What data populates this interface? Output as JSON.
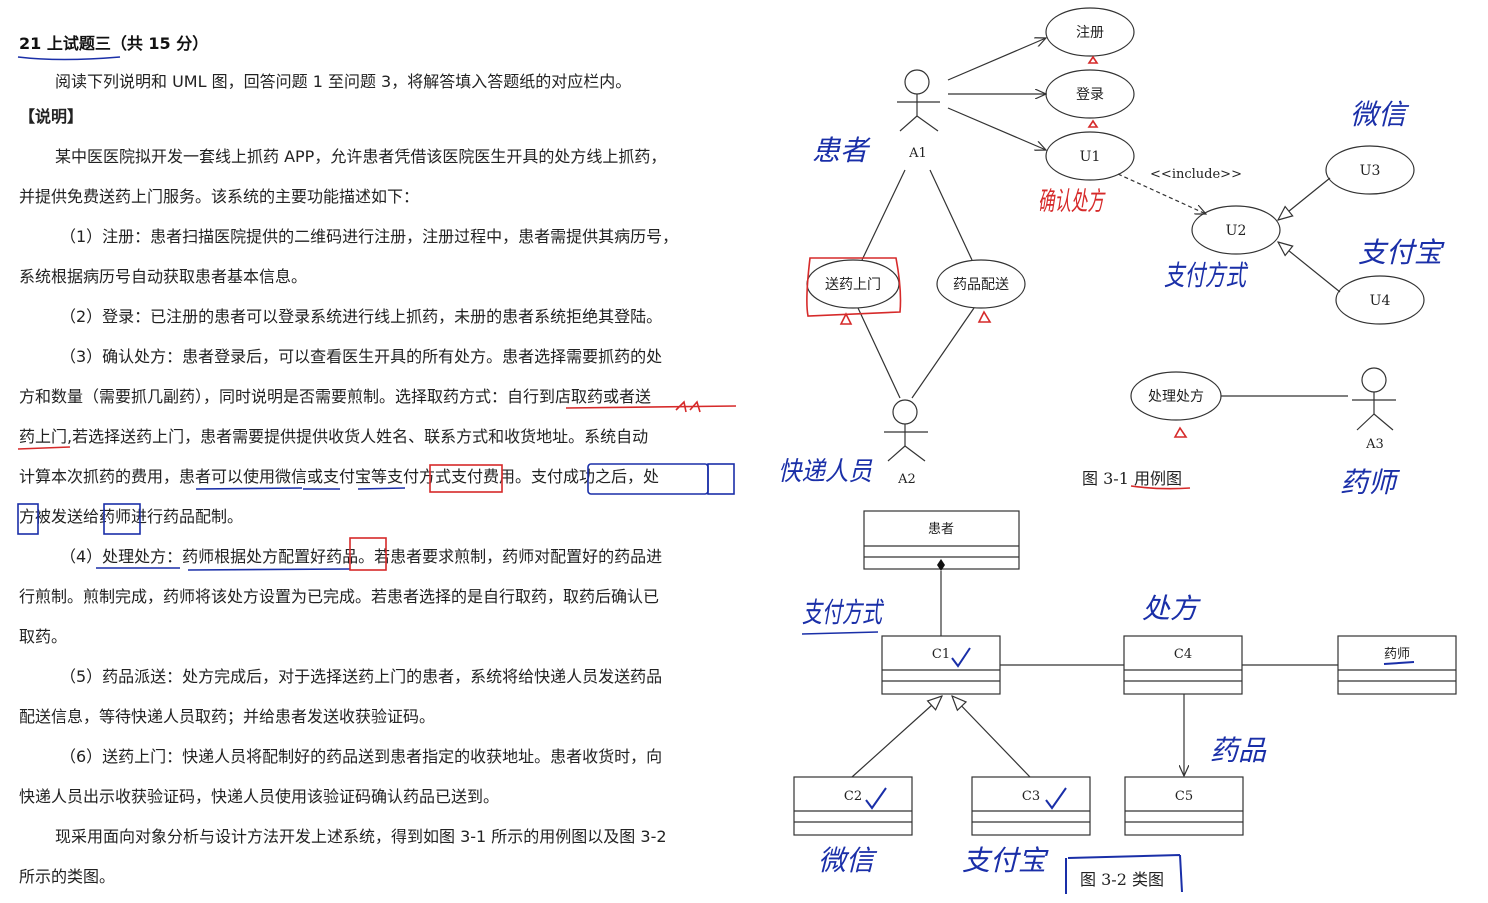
{
  "question": {
    "title": "21 上试题三（共 15 分）",
    "intro": "阅读下列说明和 UML 图，回答问题 1 至问题 3，将解答填入答题纸的对应栏内。",
    "section_label": "【说明】",
    "lines": [
      "某中医医院拟开发一套线上抓药 APP，允许患者凭借该医院医生开具的处方线上抓药，",
      "并提供免费送药上门服务。该系统的主要功能描述如下：",
      "（1）注册：患者扫描医院提供的二维码进行注册，注册过程中，患者需提供其病历号，",
      "系统根据病历号自动获取患者基本信息。",
      "（2）登录：已注册的患者可以登录系统进行线上抓药，未册的患者系统拒绝其登陆。",
      "（3）确认处方：患者登录后，可以查看医生开具的所有处方。患者选择需要抓药的处",
      "方和数量（需要抓几副药），同时说明是否需要煎制。选择取药方式：自行到店取药或者送",
      "药上门,若选择送药上门，患者需要提供提供收货人姓名、联系方式和收货地址。系统自动",
      "计算本次抓药的费用，患者可以使用微信或支付宝等支付方式支付费用。支付成功之后，处",
      "方被发送给药师进行药品配制。",
      "（4）处理处方：药师根据处方配置好药品。若患者要求煎制，药师对配置好的药品进",
      "行煎制。煎制完成，药师将该处方设置为已完成。若患者选择的是自行取药，取药后确认已",
      "取药。",
      "（5）药品派送：处方完成后，对于选择送药上门的患者，系统将给快递人员发送药品",
      "配送信息，等待快递人员取药；并给患者发送收获验证码。",
      "（6）送药上门：快递人员将配制好的药品送到患者指定的收获地址。患者收货时，向",
      "快递人员出示收获验证码，快递人员使用该验证码确认药品已送到。",
      "现采用面向对象分析与设计方法开发上述系统，得到如图 3-1 所示的用例图以及图 3-2",
      "所示的类图。"
    ]
  },
  "use_case_diagram": {
    "caption": "图 3-1 用例图",
    "actors": {
      "a1": "A1",
      "a2": "A2",
      "a3": "A3"
    },
    "use_cases": {
      "register": "注册",
      "login": "登录",
      "u1": "U1",
      "u2": "U2",
      "u3": "U3",
      "u4": "U4",
      "delivery_home": "送药上门",
      "drug_delivery": "药品配送",
      "process_prescription": "处理处方"
    },
    "include_label": "<<include>>"
  },
  "class_diagram": {
    "caption": "图 3-2 类图",
    "classes": {
      "patient": "患者",
      "c1": "C1",
      "c2": "C2",
      "c3": "C3",
      "c4": "C4",
      "c5": "C5",
      "pharmacist": "药师"
    }
  },
  "handwritten_notes": {
    "a1": "患者",
    "u1": "确认处方",
    "u2": "支付方式",
    "u3": "微信",
    "u4": "支付宝",
    "a2": "快递人员",
    "a3": "药师",
    "c1": "支付方式",
    "c2": "微信",
    "c3": "支付宝",
    "c4": "处方",
    "c5": "药品"
  },
  "colors": {
    "ink_blue": "#1a2fa8",
    "ink_red": "#d62a2a",
    "line": "#333333"
  }
}
